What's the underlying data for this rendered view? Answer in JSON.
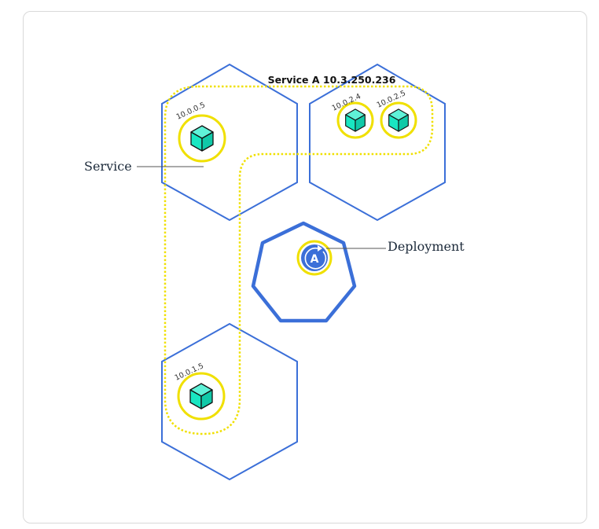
{
  "service": {
    "title": "Service A 10.3.250.236",
    "callout_label": "Service"
  },
  "deployment": {
    "callout_label": "Deployment",
    "badge_letter": "A"
  },
  "pods": [
    {
      "ip": "10.0.0.5"
    },
    {
      "ip": "10.0.2.4"
    },
    {
      "ip": "10.0.2.5"
    },
    {
      "ip": "10.0.1.5"
    }
  ],
  "colors": {
    "node_stroke": "#3b6fd8",
    "service_outline": "#f0e000",
    "pod_ring": "#f0e000",
    "cube_fill": "#19e6c2",
    "deployment_badge": "#3b6fd8"
  }
}
